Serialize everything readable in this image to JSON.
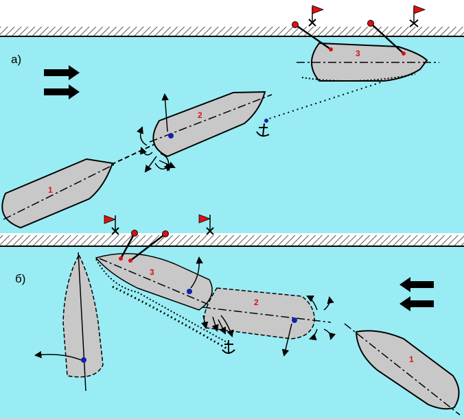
{
  "colors": {
    "water": "#99ecf3",
    "hull": "#c8c8c8",
    "outline": "#000000",
    "flag": "#dd1111",
    "pivot": "#1122aa",
    "ship_number": "#dd1111"
  },
  "panel_a": {
    "label": "а)",
    "flow_icon": "double-arrow-right-icon",
    "ship1_number": "1",
    "ship2_number": "2",
    "ship3_number": "3"
  },
  "panel_b": {
    "label": "б)",
    "flow_icon": "double-arrow-left-icon",
    "ship1_number": "1",
    "ship2_number": "2",
    "ship3_number": "3"
  },
  "icons": [
    "flag-icon",
    "anchor-icon",
    "mooring-bollard-icon",
    "propeller-wash-icon",
    "current-arrow-icon"
  ]
}
